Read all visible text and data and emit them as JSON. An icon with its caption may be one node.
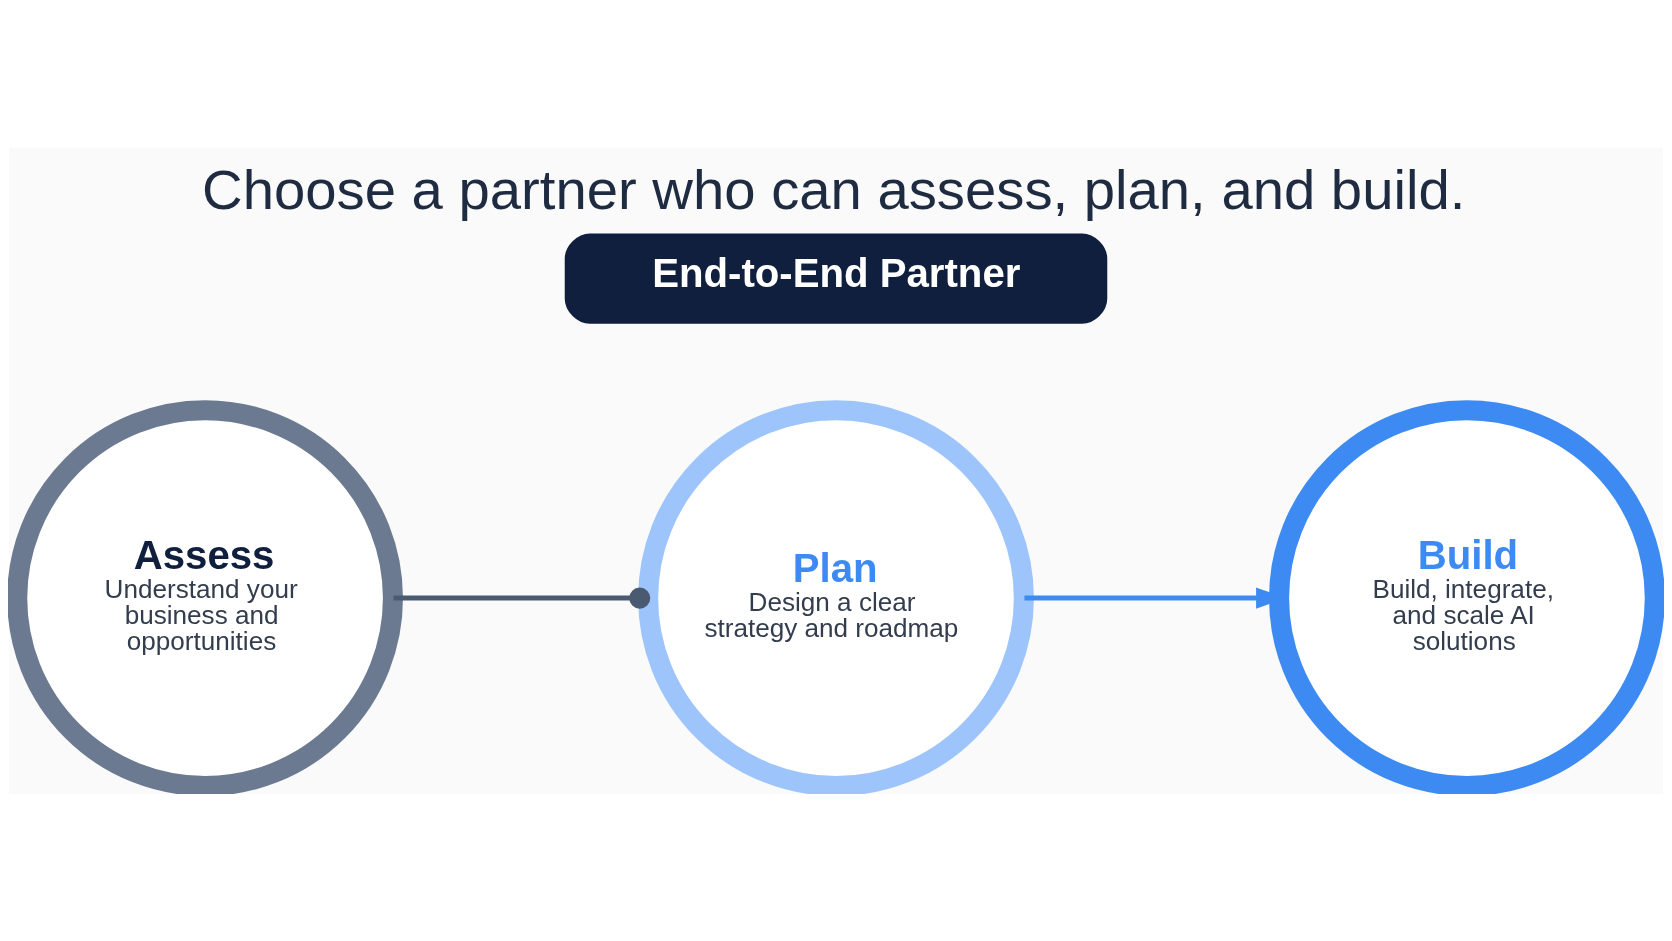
{
  "diagram": {
    "title": "Choose a partner who can assess, plan, and build.",
    "nodes": [
      {
        "text": [
          "End-to-End Partner"
        ]
      },
      {
        "text": [
          "Assess",
          "Understand your business and opportunities"
        ]
      },
      {
        "text": [
          "Plan",
          "Design a clear strategy and roadmap"
        ]
      },
      {
        "text": [
          "Build",
          "Build, integrate, and scale AI solutions"
        ]
      }
    ],
    "edges": [
      {
        "from": 1,
        "to": 2,
        "arrow": "other",
        "color": "#4a5a70"
      },
      {
        "from": 2,
        "to": 3,
        "arrow": "to",
        "color": "#3d8bf2"
      }
    ]
  }
}
